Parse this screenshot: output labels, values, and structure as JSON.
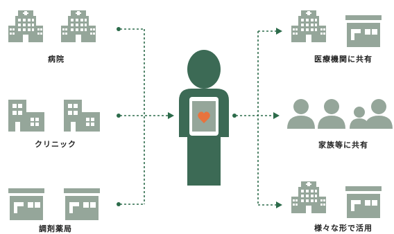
{
  "left_groups": [
    {
      "label": "病院",
      "icon": "hospital-icon"
    },
    {
      "label": "クリニック",
      "icon": "clinic-icon"
    },
    {
      "label": "調剤薬局",
      "icon": "pharmacy-icon"
    }
  ],
  "right_groups": [
    {
      "label": "医療機関に共有",
      "icon": "medical-institution-icon"
    },
    {
      "label": "家族等に共有",
      "icon": "family-icon"
    },
    {
      "label": "様々な形で活用",
      "icon": "various-use-icon"
    }
  ],
  "colors": {
    "icon_gray": "#95a69a",
    "person_green": "#3c6a55",
    "line_green": "#2c6b4a",
    "heart": "#e8733d"
  }
}
